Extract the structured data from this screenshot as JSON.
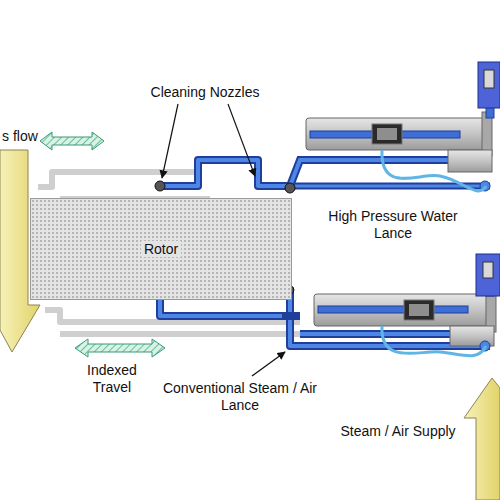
{
  "diagram": {
    "nodes": [
      {
        "text": [
          "Rotor"
        ]
      }
    ],
    "labels": [
      "s flow",
      "Cleaning Nozzles",
      "High Pressure Water Lance",
      "Indexed Travel",
      "Conventional Steam / Air Lance",
      "Steam / Air Supply"
    ]
  }
}
